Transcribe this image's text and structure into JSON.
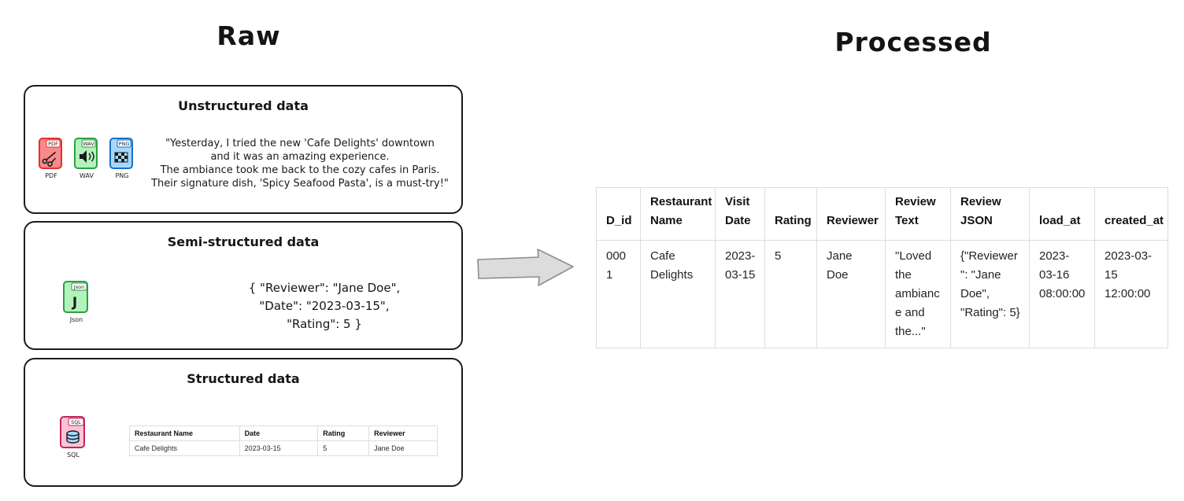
{
  "titles": {
    "raw": "Raw",
    "processed": "Processed"
  },
  "raw_sections": {
    "unstructured": {
      "title": "Unstructured data",
      "icons": [
        {
          "badge": "PDF",
          "label": "PDF"
        },
        {
          "badge": "WAV",
          "label": "WAV"
        },
        {
          "badge": "PNG",
          "label": "PNG"
        }
      ],
      "text_lines": [
        "\"Yesterday, I tried the new 'Cafe Delights' downtown",
        "and it was an amazing experience.",
        "The ambiance took me back to the cozy cafes in Paris.",
        "Their signature dish, 'Spicy Seafood Pasta', is a must-try!\""
      ]
    },
    "semi_structured": {
      "title": "Semi-structured data",
      "icon": {
        "badge": "Json",
        "label": "Json"
      },
      "json_lines": [
        "{  \"Reviewer\": \"Jane Doe\",",
        "\"Date\": \"2023-03-15\",",
        "\"Rating\": 5  }"
      ]
    },
    "structured": {
      "title": "Structured data",
      "icon": {
        "badge": "SQL",
        "label": "SQL"
      },
      "table": {
        "headers": [
          "Restaurant Name",
          "Date",
          "Rating",
          "Reviewer"
        ],
        "rows": [
          [
            "Cafe Delights",
            "2023-03-15",
            "5",
            "Jane Doe"
          ]
        ]
      }
    }
  },
  "processed_table": {
    "headers": [
      "D_id",
      "Restaurant Name",
      "Visit Date",
      "Rating",
      "Reviewer",
      "Review Text",
      "Review JSON",
      "load_at",
      "created_at"
    ],
    "rows": [
      [
        "0001",
        "Cafe Delights",
        "2023-03-15",
        "5",
        "Jane Doe",
        "\"Loved the ambiance and the...\"",
        "{\"Reviewer\": \"Jane Doe\", \"Rating\": 5}",
        "2023-03-16 08:00:00",
        "2023-03-15 12:00:00"
      ]
    ]
  },
  "colors": {
    "pdf": "#fa8a8a",
    "pdf_border": "#e03131",
    "wav": "#b2f2bb",
    "wav_border": "#2f9e44",
    "png": "#a5d8ff",
    "png_border": "#1971c2",
    "json": "#b2f2bb",
    "json_border": "#2f9e44",
    "sql": "#fcc2d7",
    "sql_border": "#c2255c",
    "arrow_fill": "#dcdcdc",
    "arrow_stroke": "#8d8d8d"
  }
}
